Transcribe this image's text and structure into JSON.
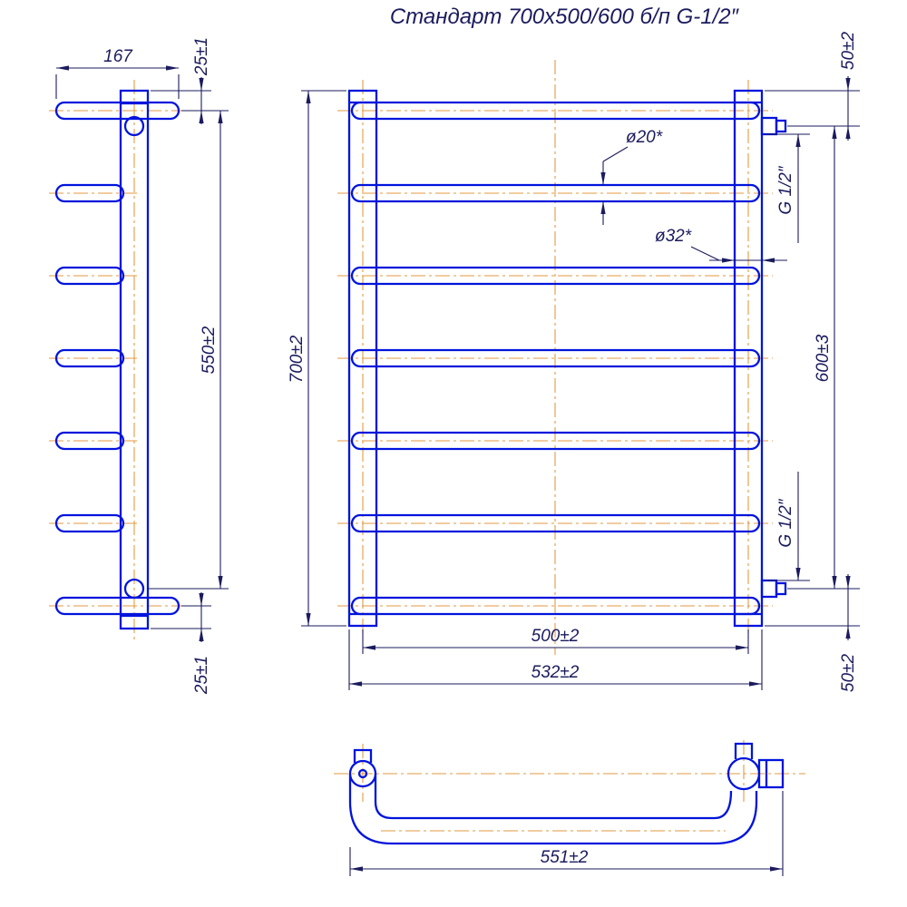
{
  "title": "Стандарт 700х500/600 б/п G-1/2″",
  "colors": {
    "line": "#0014dc",
    "centerline": "#e39a41",
    "dim": "#1b1b5e",
    "bg": "#ffffff"
  },
  "dims": {
    "d167": "167",
    "d25_top": "25±1",
    "d25_bottom": "25±1",
    "d550": "550±2",
    "d700": "700±2",
    "d20": "ø20*",
    "d32": "ø32*",
    "g_top": "G 1/2″",
    "g_bottom": "G 1/2″",
    "d600": "600±3",
    "d50_top": "50±2",
    "d50_bottom": "50±2",
    "d500": "500±2",
    "d532": "532±2",
    "d551": "551±2"
  }
}
